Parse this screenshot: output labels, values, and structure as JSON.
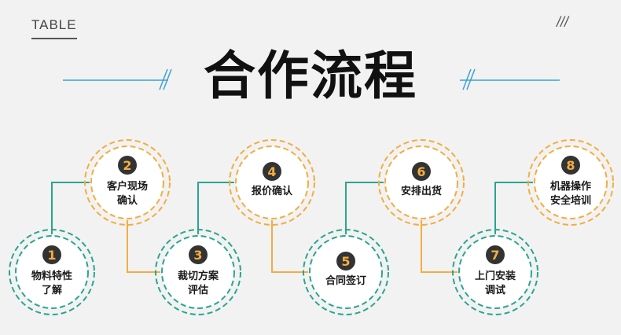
{
  "header": {
    "table_label": "TABLE",
    "slashes": "///",
    "title": "合作流程"
  },
  "colors": {
    "teal": "#2aa58f",
    "orange": "#f3ad3f",
    "line_blue": "#3c9fd8",
    "badge_bg": "#333333",
    "badge_num": "#f3ad3f"
  },
  "steps": [
    {
      "number": "1",
      "lines": [
        "物料特性",
        "了解"
      ],
      "color": "teal"
    },
    {
      "number": "2",
      "lines": [
        "客户现场",
        "确认"
      ],
      "color": "orange"
    },
    {
      "number": "3",
      "lines": [
        "裁切方案",
        "评估"
      ],
      "color": "teal"
    },
    {
      "number": "4",
      "lines": [
        "报价确认"
      ],
      "color": "orange"
    },
    {
      "number": "5",
      "lines": [
        "合同签订"
      ],
      "color": "teal"
    },
    {
      "number": "6",
      "lines": [
        "安排出货"
      ],
      "color": "orange"
    },
    {
      "number": "7",
      "lines": [
        "上门安装",
        "调试"
      ],
      "color": "teal"
    },
    {
      "number": "8",
      "lines": [
        "机器操作",
        "安全培训"
      ],
      "color": "orange"
    }
  ]
}
